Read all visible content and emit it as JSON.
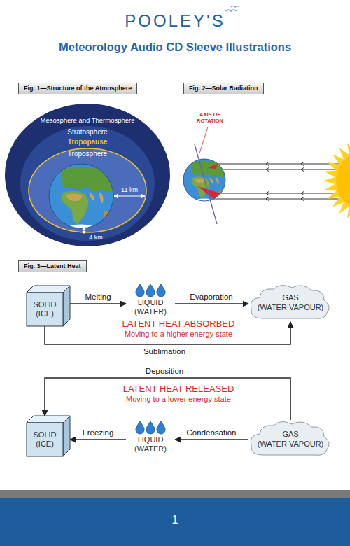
{
  "diagram": {
    "title": "Meteorology Audio CD Sleeve Illustrations",
    "nodes": [
      {
        "text": [
          "Fig. 1—Structure of the Atmosphere"
        ]
      },
      {
        "text": [
          "Fig. 2—Solar Radiation"
        ]
      },
      {
        "text": [
          "Fig. 3—Latent Heat"
        ]
      },
      {
        "text": [
          "SOLID",
          "(ICE)"
        ]
      },
      {
        "text": [
          "LIQUID",
          "(WATER)"
        ]
      },
      {
        "text": [
          "GAS",
          "(WATER VAPOUR)"
        ]
      },
      {
        "text": [
          "SOLID",
          "(ICE)"
        ]
      },
      {
        "text": [
          "LIQUID",
          "(WATER)"
        ]
      },
      {
        "text": [
          "GAS",
          "(WATER VAPOUR)"
        ]
      }
    ],
    "edges": [
      {
        "from": 3,
        "to": 4,
        "arrow": "to",
        "label": "Melting"
      },
      {
        "from": 4,
        "to": 5,
        "arrow": "to",
        "label": "Evaporation"
      },
      {
        "from": 3,
        "to": 5,
        "arrow": "to",
        "label": "Sublimation"
      },
      {
        "from": 8,
        "to": 6,
        "arrow": "to",
        "label": "Deposition"
      },
      {
        "from": 8,
        "to": 7,
        "arrow": "to",
        "label": "Condensation"
      },
      {
        "from": 7,
        "to": 6,
        "arrow": "to",
        "label": "Freezing"
      }
    ],
    "labels": [
      "POOLEY'S",
      "Mesosphere and Thermosphere",
      "Stratosphere",
      "Tropopause",
      "Troposphere",
      "11 km",
      "4 km",
      "AXIS OF ROTATION",
      "LATENT HEAT ABSORBED",
      "Moving to a higher energy state",
      "LATENT HEAT RELEASED",
      "Moving to a lower energy state",
      "1"
    ]
  }
}
